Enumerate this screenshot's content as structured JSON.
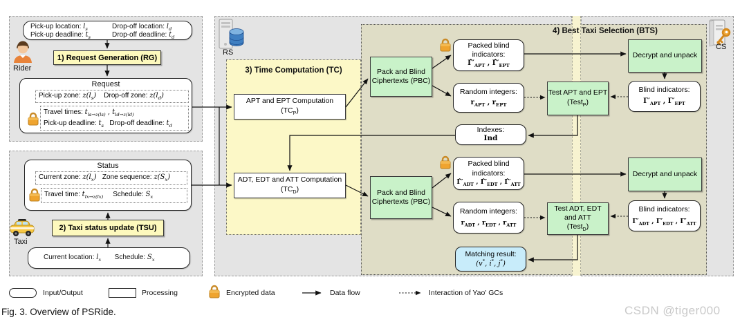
{
  "rider": {
    "label": "Rider",
    "inputs": {
      "l1": "Pick-up location:",
      "s1": "l_{s}",
      "l2": "Drop-off location:",
      "s2": "l_{d}",
      "l3": "Pick-up deadline:",
      "s3": "t_{s}",
      "l4": "Drop-off deadline:",
      "s4": "t_{d}"
    },
    "rg_label": "1) Request Generation (RG)",
    "request": {
      "title": "Request",
      "zone_l1": "Pick-up zone:",
      "zone_s1": "z(l_{s})",
      "zone_l2": "Drop-off zone:",
      "zone_s2": "z(l_{d})",
      "enc_l1": "Travel times:",
      "enc_s1": "t_{ls→z(ls)} ,  t_{ld→z(ld)}",
      "enc_l2": "Pick-up deadline:",
      "enc_s2": "t_{s}",
      "enc_l3": "Drop-off deadline:",
      "enc_s3": "t_{d}"
    }
  },
  "taxi": {
    "label": "Taxi",
    "status": {
      "title": "Status",
      "zone_l1": "Current zone:",
      "zone_s1": "z(l_{x})",
      "zone_l2": "Zone sequence:",
      "zone_s2": "z(S_{x})",
      "enc_l1": "Travel time:",
      "enc_s1": "t_{lx→z(lx)}",
      "enc_l2": "Schedule:",
      "enc_s2": "S_{x}"
    },
    "tsu_label": "2) Taxi status update (TSU)",
    "current": {
      "l1": "Current location:",
      "s1": "l_{x}",
      "l2": "Schedule:",
      "s2": "S_{x}"
    }
  },
  "rs": {
    "label": "RS",
    "tc_title": "3) Time Computation (TC)",
    "tcp_l1": "APT and EPT Computation",
    "tcp_l2": "(TC_{P})",
    "tcd_l1": "ADT, EDT and ATT Computation",
    "tcd_l2": "(TC_{D})"
  },
  "cs": {
    "label": "CS"
  },
  "pbc": {
    "l1": "Pack and Blind",
    "l2": "Ciphertexts (PBC)"
  },
  "bts": {
    "title": "4) Best Taxi Selection (BTS)",
    "packed1_l1": "Packed blind",
    "packed1_l2": "indicators:",
    "packed1_sym": "Γ̂′_{APT} , Γ̂′_{EPT}",
    "random1_l1": "Random integers:",
    "random1_sym": "r_{APT} , r_{EPT}",
    "test1_l1": "Test APT and EPT",
    "test1_l2": "(Test_{P})",
    "decrypt_label": "Decrypt and unpack",
    "blind1_l1": "Blind indicators:",
    "blind1_sym": "Γ′_{APT} , Γ′_{EPT}",
    "indexes_l1": "Indexes:",
    "indexes_sym": "Ind",
    "packed2_l1": "Packed blind",
    "packed2_l2": "indicators:",
    "packed2_sym": "Γ̂′_{ADT} , Γ̂′_{EDT} , Γ̂′_{ATT}",
    "random2_l1": "Random integers:",
    "random2_sym": "r_{ADT} , r_{EDT} , r_{ATT}",
    "test2_l1": "Test ADT, EDT",
    "test2_l2": "and ATT",
    "test2_l3": "(Test_{D})",
    "blind2_l1": "Blind indicators:",
    "blind2_sym": "Γ′_{ADT} , Γ′_{EDT} , Γ′_{ATT}",
    "matching_l1": "Matching result:",
    "matching_sym": "(v^{*}, i^{*}, j^{*})"
  },
  "legend": {
    "io": "Input/Output",
    "processing": "Processing",
    "encrypted": "Encrypted data",
    "dataflow": "Data flow",
    "yao": "Interaction of Yao' GCs"
  },
  "caption": "Fig. 3. Overview of PSRide.",
  "watermark": "CSDN @tiger000",
  "colors": {
    "region_gray": "#e4e4e4",
    "tc_yellow": "#fcf8c7",
    "bts_tan": "#dfddc6",
    "strip_yellow": "#f7f3d0",
    "process_yellow": "#fdf9bd",
    "green": "#c9f2c9",
    "cyan": "#c8ecfa",
    "lock_orange": "#e8a33d"
  }
}
